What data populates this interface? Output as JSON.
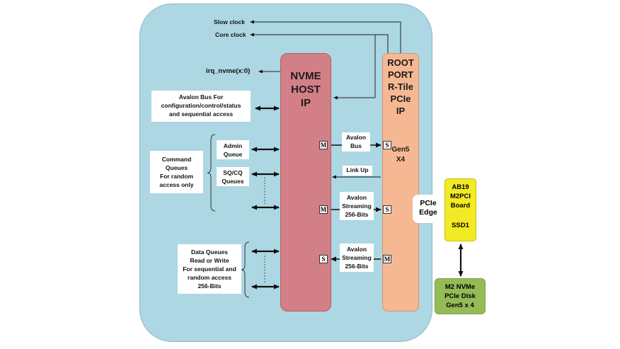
{
  "nvme_host_ip": [
    "NVME",
    "HOST",
    "IP"
  ],
  "root_port_ip": [
    "ROOT",
    "PORT",
    "R-Tile",
    "PCIe",
    "IP"
  ],
  "root_port_gen": [
    "Gen5",
    "X4"
  ],
  "outputs": {
    "slow_clock": "Slow clock",
    "core_clock": "Core clock",
    "irq": "irq_nvme(x:0)"
  },
  "avalon_config": [
    "Avalon Bus For",
    "configuration/control/status",
    "and sequential access"
  ],
  "command_queues": [
    "Command",
    "Queues",
    "For random",
    "access only"
  ],
  "admin_queue": [
    "Admin",
    "Queue"
  ],
  "sq_cq_queues": [
    "SQ/CQ",
    "Queues"
  ],
  "data_queues": [
    "Data Queues",
    "Read or Write",
    "For sequential and",
    "random access",
    "256-Bits"
  ],
  "avalon_bus": [
    "Avalon",
    "Bus"
  ],
  "link_up": "Link Up",
  "avalon_streaming_1": [
    "Avalon",
    "Streaming",
    "256-Bits"
  ],
  "avalon_streaming_2": [
    "Avalon",
    "Streaming",
    "256-Bits"
  ],
  "tags": {
    "m1": "M",
    "s1": "S",
    "m2": "M",
    "s2": "S",
    "s3": "S",
    "m3": "M"
  },
  "pcie_edge": [
    "PCIe",
    "Edge"
  ],
  "ab19_board": [
    "AB19",
    "M2PCI",
    "Board"
  ],
  "ssd1": "SSD1",
  "m2_disk": [
    "M2 NVMe",
    "PCIe Disk",
    "Gen5 x 4"
  ]
}
